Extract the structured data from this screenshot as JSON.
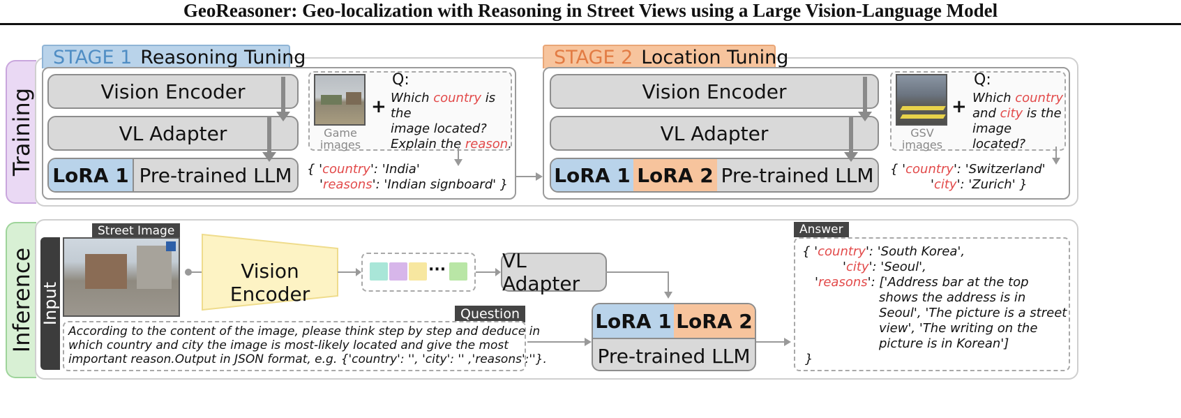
{
  "title": "GeoReasoner: Geo-localization with Reasoning in Street Views using a Large Vision-Language Model",
  "colors": {
    "stage1": "#4f8dc4",
    "stage1_fill": "#b9d3ea",
    "stage2": "#e27b43",
    "stage2_fill": "#f7c49d",
    "highlight": "#e24a4a",
    "training_border": "#c9a6dd",
    "inference_border": "#9ed49a",
    "encoder_fill": "#fdf3c4"
  },
  "training": {
    "label": "Training",
    "stage1": {
      "num": "STAGE 1",
      "name": "Reasoning Tuning",
      "vision_encoder": "Vision Encoder",
      "vl_adapter": "VL Adapter",
      "lora1": "LoRA 1",
      "llm": "Pre-trained LLM",
      "q_label": "Q:",
      "plus": "+",
      "q_line1_a": "Which ",
      "q_line1_red": "country",
      "q_line1_b": " is the",
      "q_line2": "image located?",
      "q_line3_a": "Explain the ",
      "q_line3_red": "reason",
      "q_line3_b": ".",
      "image_caption": "Game images",
      "ans_open": "{ '",
      "ans_key1": "country",
      "ans_val1": "': 'India'",
      "ans_q": "'",
      "ans_key2": "reasons",
      "ans_val2": "': 'Indian signboard' }"
    },
    "stage2": {
      "num": "STAGE 2",
      "name": "Location Tuning",
      "vision_encoder": "Vision Encoder",
      "vl_adapter": "VL Adapter",
      "lora1": "LoRA 1",
      "lora2": "LoRA 2",
      "llm": "Pre-trained LLM",
      "q_label": "Q:",
      "plus": "+",
      "q_line1_a": "Which ",
      "q_line1_red": "country",
      "q_line2_a": "and ",
      "q_line2_red": "city",
      "q_line2_b": " is the",
      "q_line3": "image located?",
      "image_caption": "GSV images",
      "ans_open": "{ '",
      "ans_key1": "country",
      "ans_val1": "': 'Switzerland'",
      "ans_q": "'",
      "ans_key2": "city",
      "ans_val2": "': 'Zurich' }"
    }
  },
  "inference": {
    "label": "Inference",
    "input_label": "Input",
    "street_image_tag": "Street Image",
    "vision_encoder": "Vision Encoder",
    "dots": "···",
    "vl_adapter": "VL Adapter",
    "lora1": "LoRA 1",
    "lora2": "LoRA 2",
    "llm": "Pre-trained LLM",
    "question_tag": "Question",
    "question_line1": "According to the content of the image, please think step by step and deduce in",
    "question_line2": "which country and city the image is most-likely located and give the most",
    "question_line3": "important reason.Output in JSON format, e.g. {'country': '', 'city': '' ,'reasons':''}.",
    "answer_tag": "Answer",
    "answer": {
      "open": "{  '",
      "key1": "country",
      "val1": "':  'South Korea',",
      "q": "'",
      "key2": "city",
      "val2": "':  'Seoul',",
      "key3": "reasons",
      "val3_1": "':  ['Address bar at the top",
      "val3_2": "shows the address is in",
      "val3_3": "Seoul', 'The picture is a street",
      "val3_4": "view', 'The writing on the",
      "val3_5": "picture is in       Korean']",
      "close": "}"
    }
  }
}
